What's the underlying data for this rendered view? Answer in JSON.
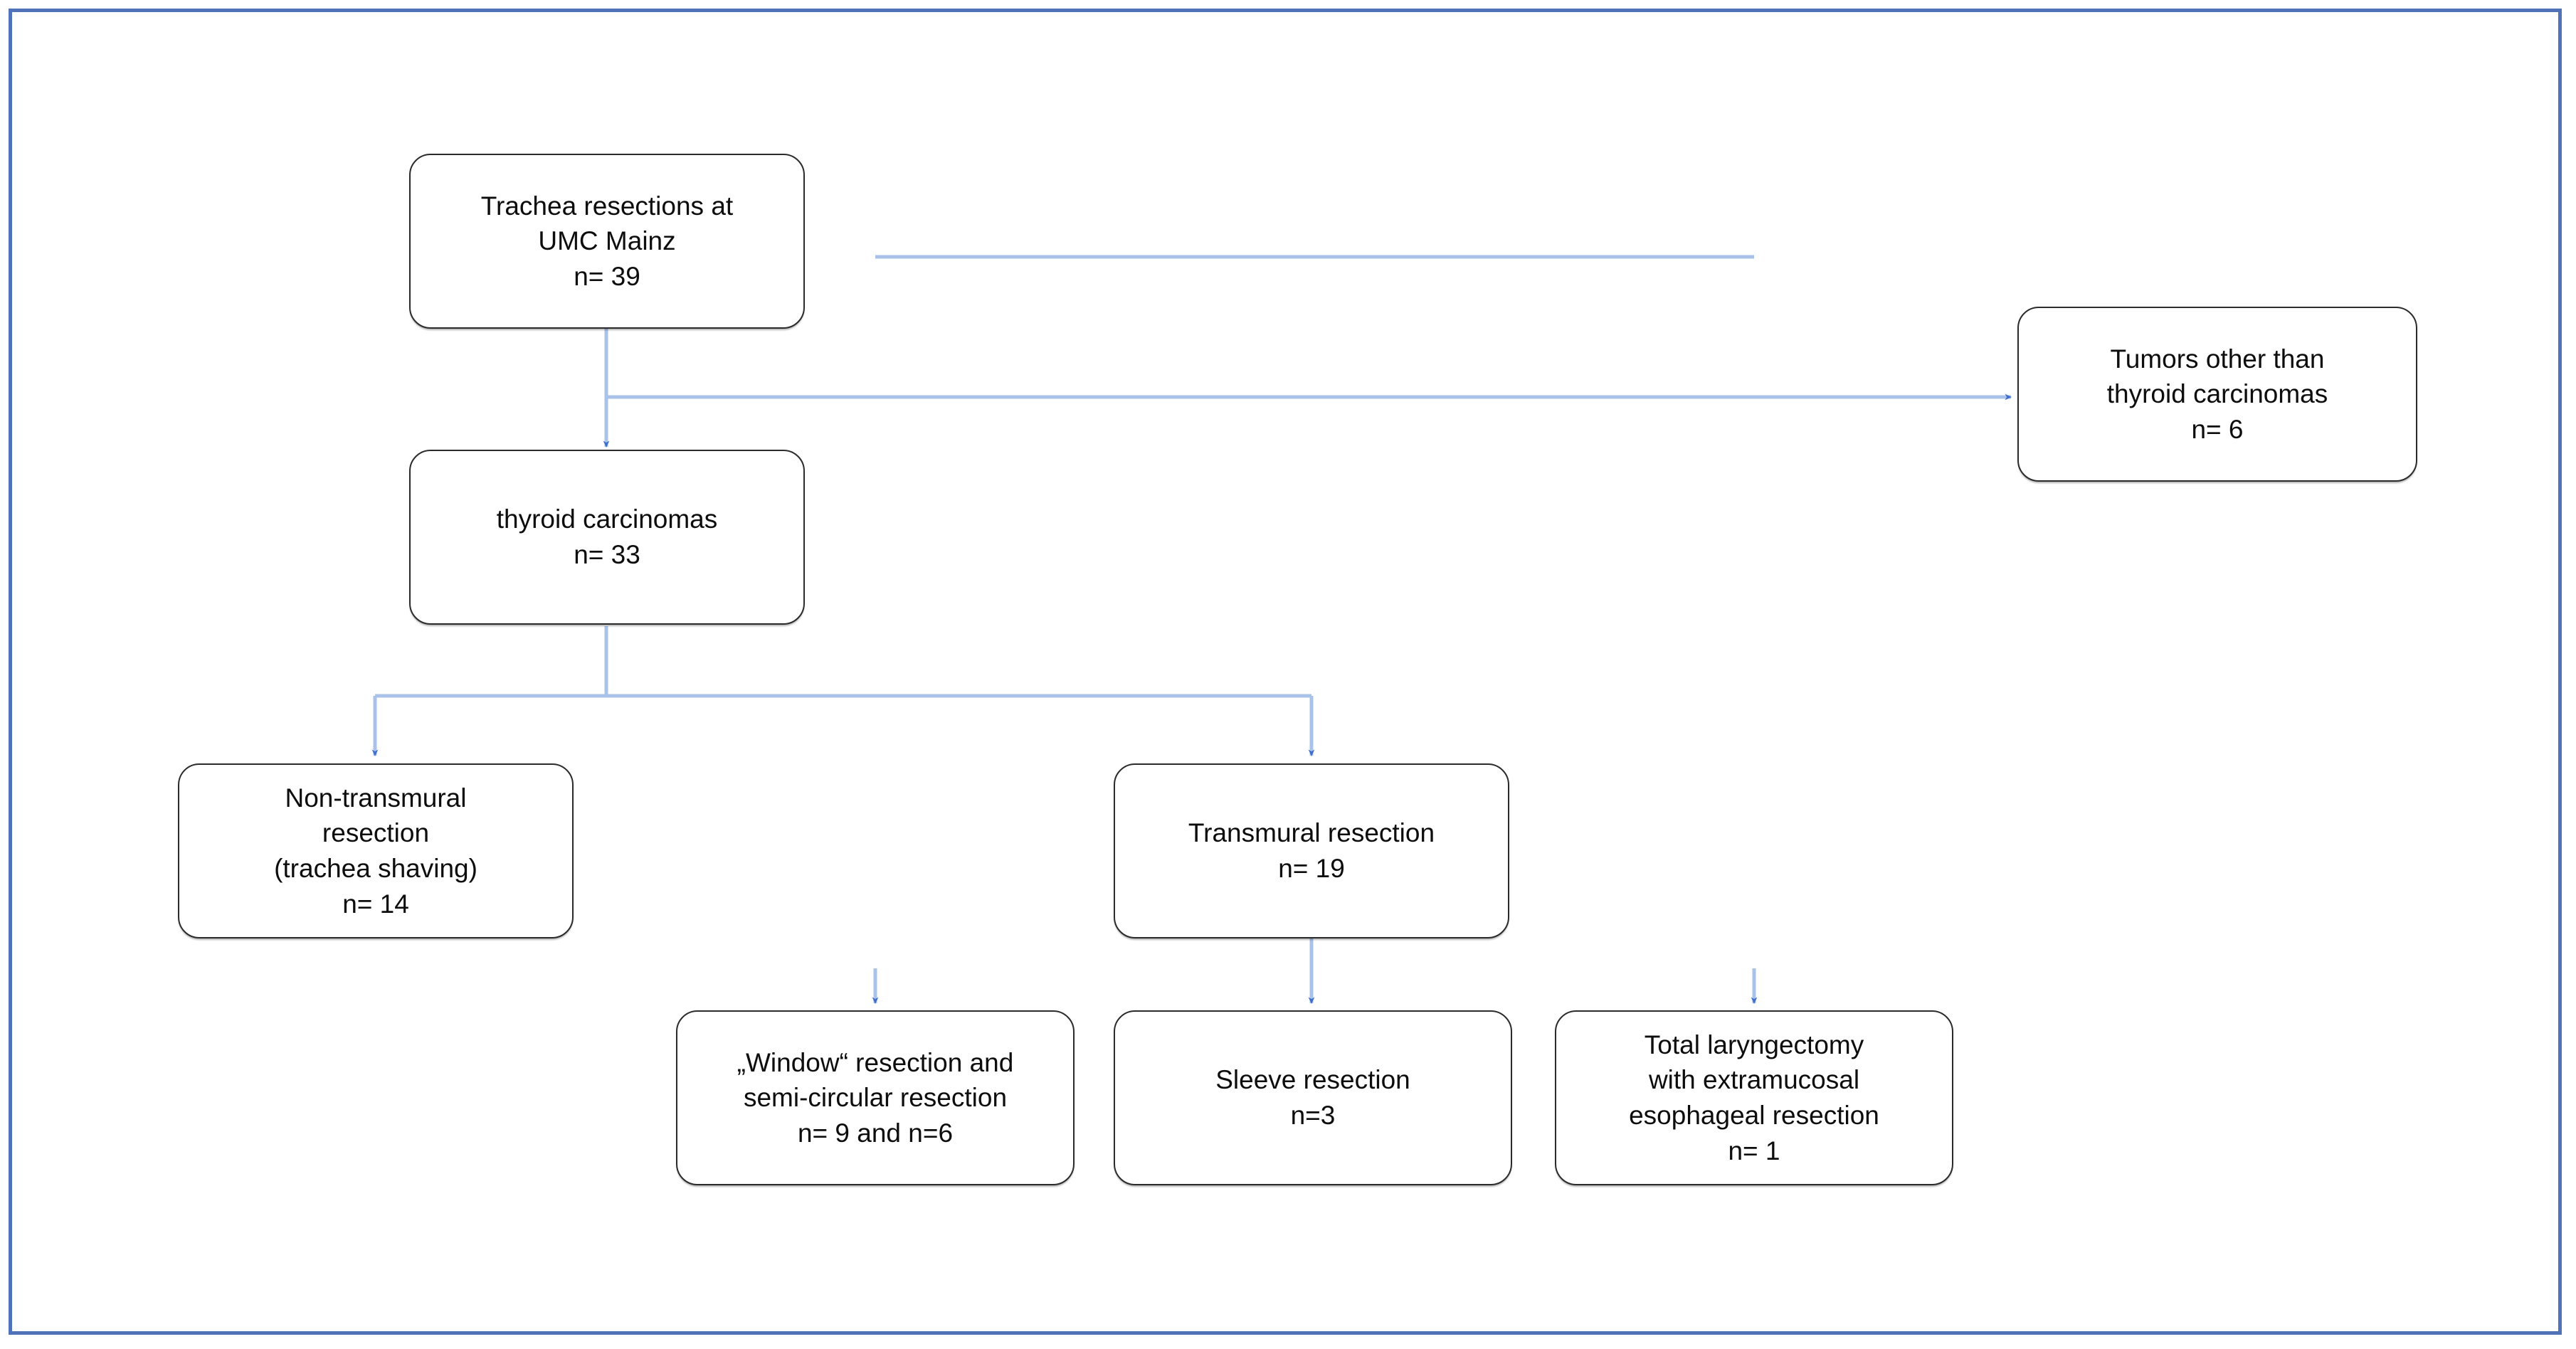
{
  "figure": {
    "type": "flowchart",
    "title": "Trachea resection patient selection flowchart",
    "border_color": "#4f72b8",
    "node_border_color": "#2b2b2b",
    "connector_color": "#a8c2ea",
    "arrowhead_color": "#3f6fcb",
    "background_color": "#ffffff"
  },
  "nodes": {
    "root": {
      "id": "trachea-resections",
      "lines": [
        "Trachea resections at",
        "UMC Mainz",
        "n= 39"
      ],
      "count": "39"
    },
    "excluded": {
      "id": "tumors-other-than-thyroid-carcinomas",
      "lines": [
        "Tumors other than",
        "thyroid carcinomas",
        "n= 6"
      ],
      "count": "6"
    },
    "thyroid": {
      "id": "thyroid-carcinomas",
      "lines": [
        "thyroid carcinomas",
        "n= 33"
      ],
      "count": "33"
    },
    "nontransmural": {
      "id": "non-transmural-resection",
      "lines": [
        "Non-transmural",
        "resection",
        "(trachea shaving)",
        "n= 14"
      ],
      "count": "14"
    },
    "transmural": {
      "id": "transmural-resection",
      "lines": [
        "Transmural resection",
        "n= 19"
      ],
      "count": "19"
    },
    "window": {
      "id": "window-and-semicircular-resection",
      "lines": [
        "„Window“ resection and",
        "semi-circular resection",
        "n= 9 and n=6"
      ],
      "count": "9 and 6"
    },
    "sleeve": {
      "id": "sleeve-resection",
      "lines": [
        "Sleeve resection",
        "n=3"
      ],
      "count": "3"
    },
    "laryngectomy": {
      "id": "total-laryngectomy-with-extramucosal-esophageal-resection",
      "lines": [
        "Total laryngectomy",
        "with extramucosal",
        "esophageal resection",
        "n= 1"
      ],
      "count": "1"
    }
  },
  "edges": [
    {
      "from": "trachea-resections",
      "to": "thyroid-carcinomas",
      "style": "straight-down"
    },
    {
      "from": "trachea-resections",
      "to": "tumors-other-than-thyroid-carcinomas",
      "style": "branch-right"
    },
    {
      "from": "thyroid-carcinomas",
      "to": "non-transmural-resection",
      "style": "elbow-left"
    },
    {
      "from": "thyroid-carcinomas",
      "to": "transmural-resection",
      "style": "elbow-right"
    },
    {
      "from": "transmural-resection",
      "to": "window-and-semicircular-resection",
      "style": "elbow-left"
    },
    {
      "from": "transmural-resection",
      "to": "sleeve-resection",
      "style": "straight-down"
    },
    {
      "from": "transmural-resection",
      "to": "total-laryngectomy-with-extramucosal-esophageal-resection",
      "style": "elbow-right"
    }
  ]
}
